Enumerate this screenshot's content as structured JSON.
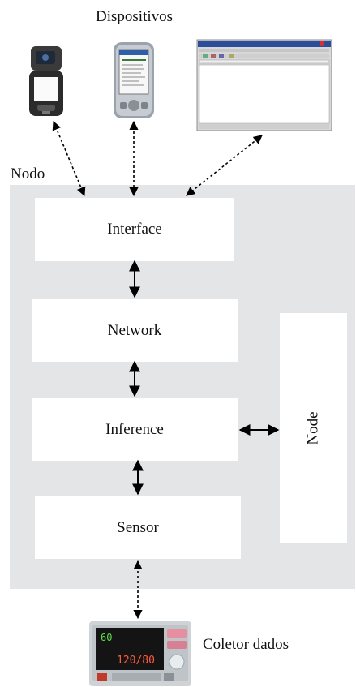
{
  "title": "Dispositivos",
  "panel_label": "Nodo",
  "layers": {
    "interface": "Interface",
    "network": "Network",
    "inference": "Inference",
    "sensor": "Sensor"
  },
  "side_box_label": "Node",
  "collector_label": "Coletor dados",
  "devices": {
    "phone": "mobile-phone",
    "pda": "pda",
    "browser": "web-browser-window"
  },
  "collector_display": {
    "top_value": "60",
    "bottom_value": "120/80"
  }
}
